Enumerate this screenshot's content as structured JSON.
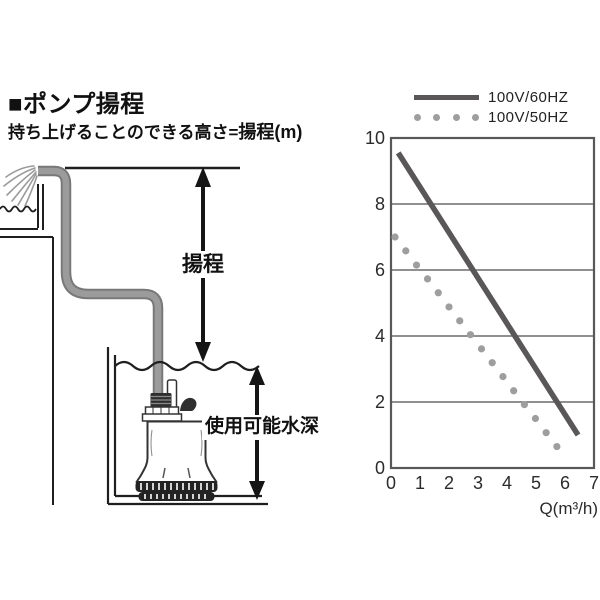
{
  "title": "■ポンプ揚程",
  "subtitle_prefix": "持ち上げることのできる高さ=",
  "subtitle_emphasis": "揚程(m)",
  "diagram": {
    "head_label": "揚程",
    "depth_label": "使用可能水深"
  },
  "legend": [
    {
      "label": "100V/60HZ",
      "style": "solid"
    },
    {
      "label": "100V/50HZ",
      "style": "dotted"
    }
  ],
  "chart_data": {
    "type": "line",
    "title": "",
    "xlabel": "Q(m³/h)",
    "ylabel": "",
    "xlim": [
      0,
      7
    ],
    "ylim": [
      0,
      10
    ],
    "x_ticks": [
      0,
      1,
      2,
      3,
      4,
      5,
      6,
      7
    ],
    "y_ticks": [
      0,
      2,
      4,
      6,
      8,
      10
    ],
    "grid": "horizontal",
    "legend_position": "top-right",
    "series": [
      {
        "name": "100V/60HZ",
        "style": "solid",
        "color": "#595757",
        "points": [
          [
            0.25,
            9.55
          ],
          [
            6.45,
            1.0
          ]
        ]
      },
      {
        "name": "100V/50HZ",
        "style": "dotted",
        "color": "#9e9e9f",
        "points": [
          [
            0.14,
            7.0
          ],
          [
            0.51,
            6.58
          ],
          [
            0.88,
            6.15
          ],
          [
            1.26,
            5.73
          ],
          [
            1.63,
            5.31
          ],
          [
            2.0,
            4.88
          ],
          [
            2.37,
            4.46
          ],
          [
            2.74,
            4.04
          ],
          [
            3.12,
            3.61
          ],
          [
            3.49,
            3.19
          ],
          [
            3.86,
            2.77
          ],
          [
            4.23,
            2.34
          ],
          [
            4.6,
            1.92
          ],
          [
            4.98,
            1.5
          ],
          [
            5.35,
            1.07
          ],
          [
            5.72,
            0.65
          ]
        ]
      }
    ]
  },
  "colors": {
    "curve_solid": "#595757",
    "curve_dots": "#9e9e9f",
    "diagram_outline": "#1f1f1f",
    "hose_outer": "#787878",
    "hose_inner": "#9b9b9b",
    "arrow": "#151515"
  }
}
